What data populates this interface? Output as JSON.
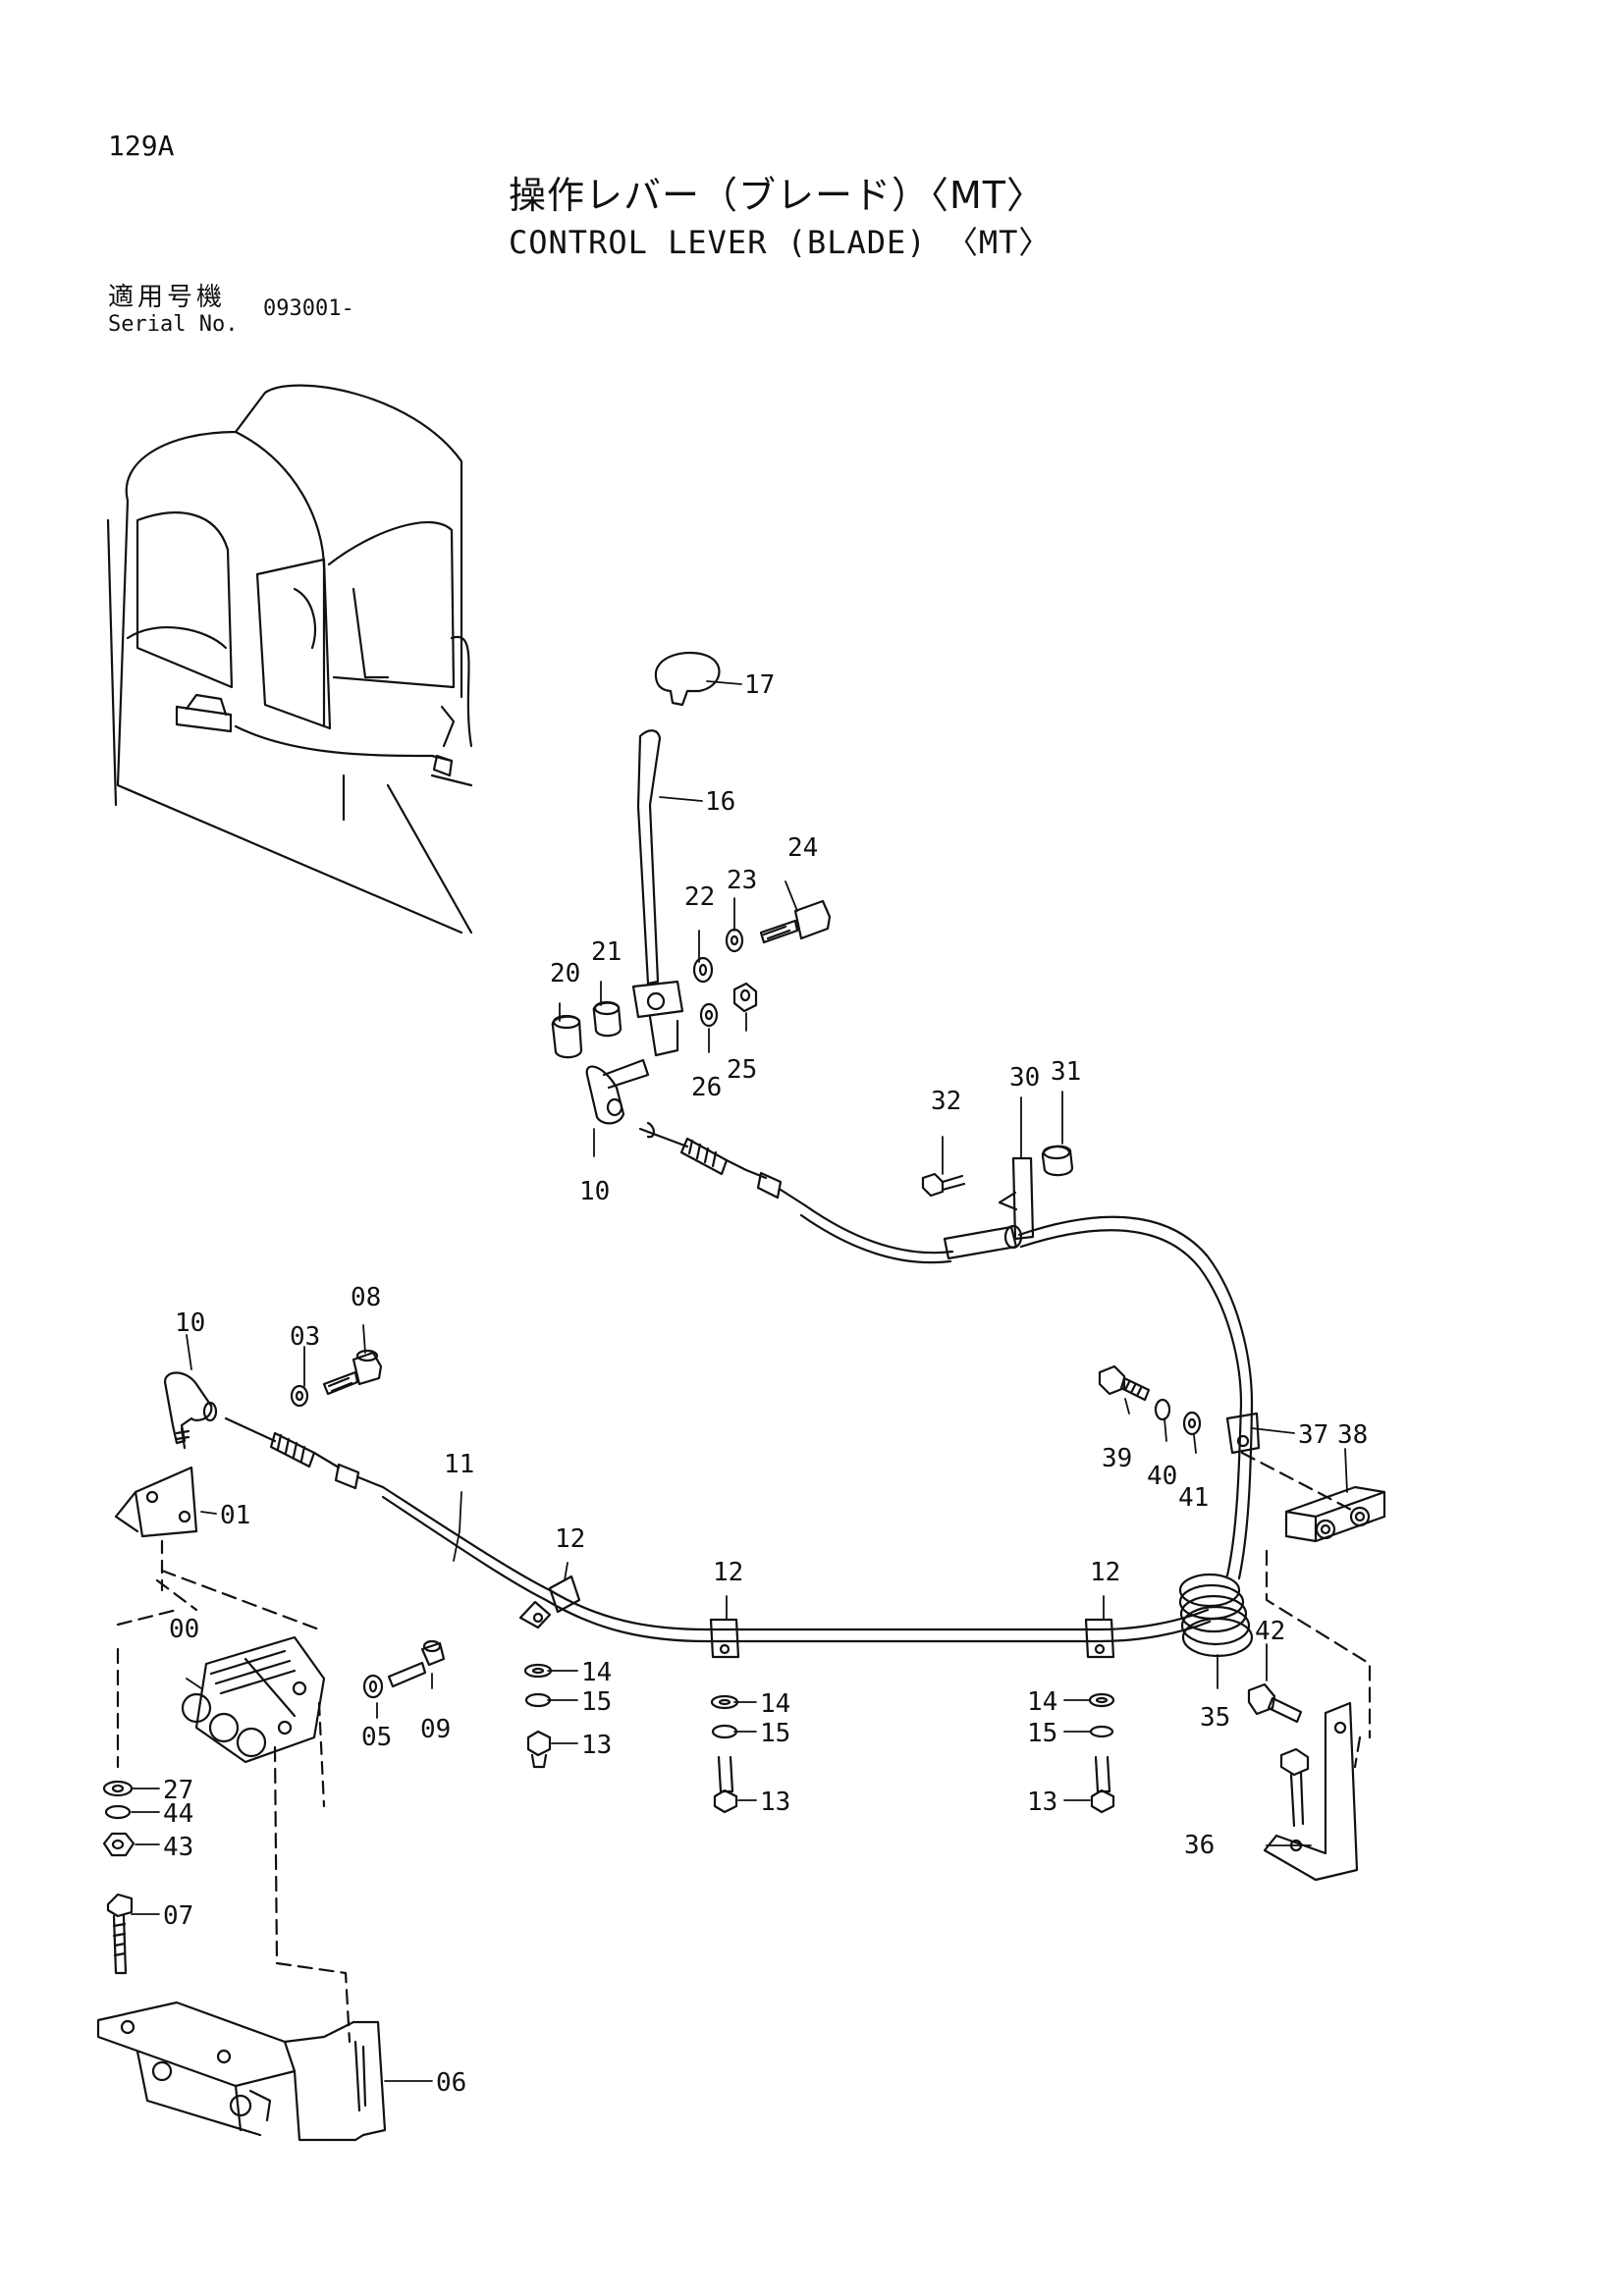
{
  "page": {
    "number": "129A",
    "title_ja": "操作レバー（ブレード）〈MT〉",
    "title_en": "CONTROL LEVER (BLADE) 〈MT〉",
    "serial_label_ja": "適用号機",
    "serial_label_en": "Serial No.",
    "serial_value": "093001-"
  },
  "callouts": {
    "c00": "00",
    "c01": "01",
    "c03": "03",
    "c05": "05",
    "c06": "06",
    "c07": "07",
    "c08": "08",
    "c09": "09",
    "c10a": "10",
    "c10b": "10",
    "c11": "11",
    "c12a": "12",
    "c12b": "12",
    "c12c": "12",
    "c13a": "13",
    "c13b": "13",
    "c13c": "13",
    "c14a": "14",
    "c14b": "14",
    "c14c": "14",
    "c15a": "15",
    "c15b": "15",
    "c15c": "15",
    "c16": "16",
    "c17": "17",
    "c20": "20",
    "c21": "21",
    "c22": "22",
    "c23": "23",
    "c24": "24",
    "c25": "25",
    "c26": "26",
    "c27": "27",
    "c30": "30",
    "c31": "31",
    "c32": "32",
    "c35": "35",
    "c36": "36",
    "c37": "37",
    "c38": "38",
    "c39": "39",
    "c40": "40",
    "c41": "41",
    "c42": "42",
    "c43": "43",
    "c44": "44"
  }
}
